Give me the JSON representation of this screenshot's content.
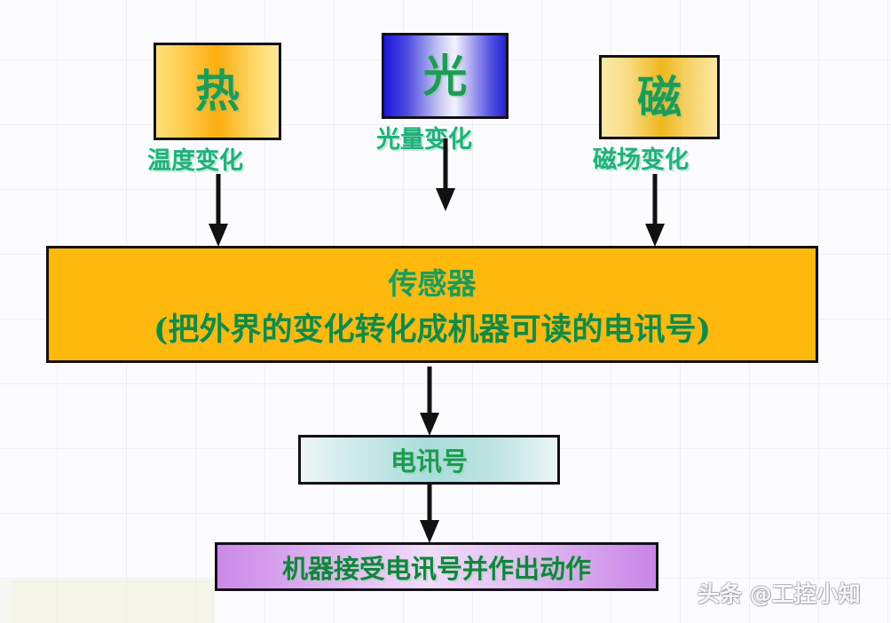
{
  "diagram": {
    "title_flow": "Sensor signal flow diagram",
    "sources": [
      {
        "id": "heat",
        "glyph": "热",
        "caption": "温度变化",
        "box_color": "#fcae10"
      },
      {
        "id": "light",
        "glyph": "光",
        "caption": "光量变化",
        "box_color": "#1a18d8"
      },
      {
        "id": "magnetism",
        "glyph": "磁",
        "caption": "磁场变化",
        "box_color": "#f0b71d"
      }
    ],
    "sensor": {
      "line1": "传感器",
      "line2": "(把外界的变化转化成机器可读的电讯号)",
      "box_color": "#ffb90c"
    },
    "signal": {
      "label": "电讯号",
      "box_color": "#a9dcdb"
    },
    "machine": {
      "label": "机器接受电讯号并作出动作",
      "box_color": "#cb8ae8"
    },
    "text_color": "#1f9b52",
    "arrow_color": "#111111"
  },
  "watermark": {
    "text": "头条 @工控小知"
  }
}
